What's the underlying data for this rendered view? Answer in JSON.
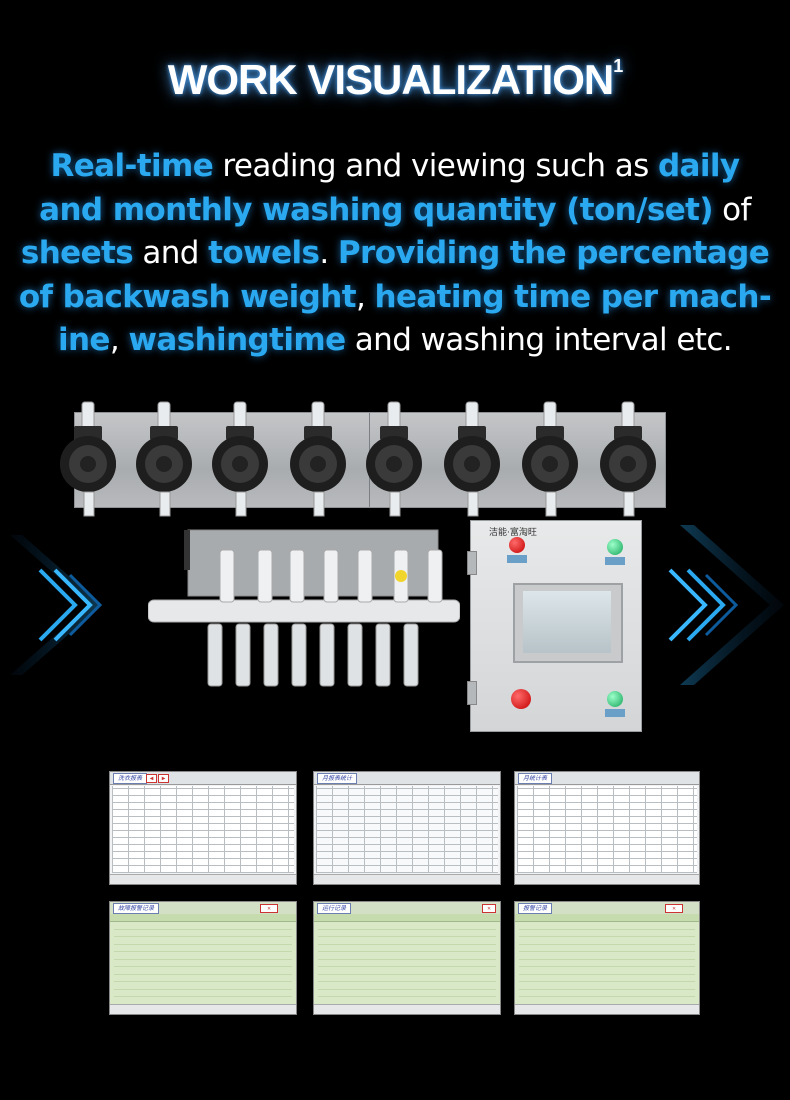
{
  "title": "WORK VISUALIZATION",
  "title_sup": "1",
  "description": {
    "l1_hl1": "Real-time",
    "l1_t1": " reading and viewing such as ",
    "l1_hl2": "daily",
    "l2_hl1": "and monthly washing quantity (ton/set)",
    "l2_t1": " of",
    "l3_hl1": "sheets",
    "l3_t1": " and ",
    "l3_hl2": "towels",
    "l3_t2": ". ",
    "l3_hl3": "Providing the percentage",
    "l4_hl1": "of backwash weight",
    "l4_t1": ", ",
    "l4_hl2": "heating time per mach-",
    "l5_hl1": "ine",
    "l5_t1": ", ",
    "l5_hl2": "washingtime",
    "l5_t2": " and washing interval etc."
  },
  "colors": {
    "background": "#000000",
    "highlight": "#2aa9f0",
    "text": "#ffffff"
  },
  "cabinet": {
    "logo": "洁能·富淘旺"
  },
  "screens": {
    "s1_tag": "洗衣报表",
    "s2_tag": "月报表统计",
    "s3_tag": "月统计表",
    "s4_tag": "故障报警记录",
    "s5_tag": "运行记录",
    "s6_tag": "报警记录"
  }
}
